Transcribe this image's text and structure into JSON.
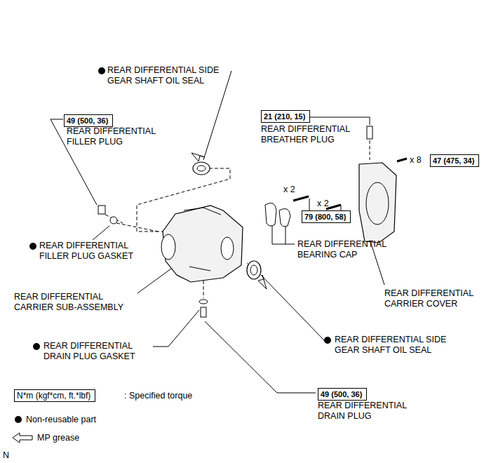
{
  "diagram": {
    "nodes": [
      {
        "text": [
          "49 (500, 36)"
        ]
      },
      {
        "text": [
          "21 (210, 15)"
        ]
      },
      {
        "text": [
          "47 (475, 34)"
        ]
      },
      {
        "text": [
          "79 (800, 58)"
        ]
      },
      {
        "text": [
          "49 (500, 36)"
        ]
      },
      {
        "text": [
          "N*m (kgf*cm, ft.*lbf)"
        ]
      }
    ],
    "labels": [
      "REAR DIFFERENTIAL SIDE GEAR SHAFT OIL SEAL",
      "REAR DIFFERENTIAL FILLER PLUG",
      "REAR DIFFERENTIAL BREATHER PLUG",
      "x 8",
      "x 2",
      "x 2",
      "REAR DIFFERENTIAL FILLER PLUG GASKET",
      "REAR DIFFERENTIAL BEARING CAP",
      "REAR DIFFERENTIAL CARRIER SUB-ASSEMBLY",
      "REAR DIFFERENTIAL CARRIER COVER",
      "REAR DIFFERENTIAL DRAIN PLUG GASKET",
      "REAR DIFFERENTIAL SIDE GEAR SHAFT OIL SEAL",
      "REAR DIFFERENTIAL DRAIN PLUG",
      "N"
    ],
    "legend": [
      {
        "text": ": Specified torque"
      },
      {
        "text": "Non-reusable part"
      },
      {
        "text": "MP grease"
      }
    ]
  }
}
